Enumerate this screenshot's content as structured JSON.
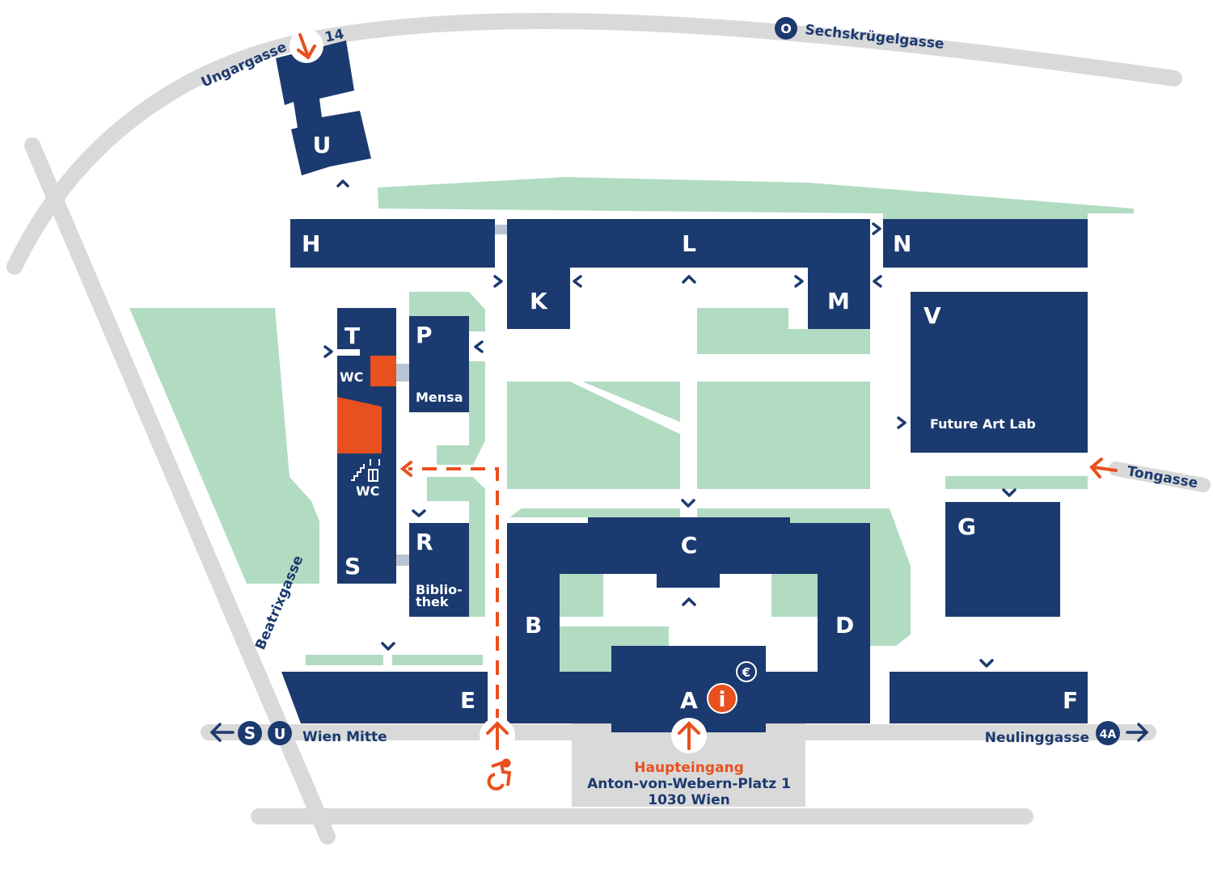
{
  "colors": {
    "building": "#1b3a6f",
    "green": "#b1dcc2",
    "road": "#d9d9d9",
    "accent": "#e8501e"
  },
  "buildings": {
    "A": "A",
    "B": "B",
    "C": "C",
    "D": "D",
    "E": "E",
    "F": "F",
    "G": "G",
    "H": "H",
    "K": "K",
    "L": "L",
    "M": "M",
    "N": "N",
    "P": "P",
    "R": "R",
    "S": "S",
    "T": "T",
    "U": "U",
    "V": "V"
  },
  "rooms": {
    "mensa": "Mensa",
    "bibliothek_1": "Biblio-",
    "bibliothek_2": "thek",
    "future_art_lab": "Future Art Lab",
    "wc": "WC"
  },
  "streets": {
    "ungargasse": "Ungargasse",
    "ungargasse_number": "14",
    "sechskruegelgasse": "Sechskrügelgasse",
    "beatrixgasse": "Beatrixgasse",
    "tongasse": "Tongasse",
    "neulinggasse": "Neulinggasse",
    "wien_mitte": "Wien Mitte"
  },
  "transit": {
    "o_line": "O",
    "s_bahn": "S",
    "u_bahn": "U",
    "bus_4a": "4A"
  },
  "entrance": {
    "label": "Haupteingang",
    "address": "Anton-von-Webern-Platz 1",
    "city": "1030 Wien"
  },
  "icons": {
    "info": "i",
    "euro": "€"
  }
}
